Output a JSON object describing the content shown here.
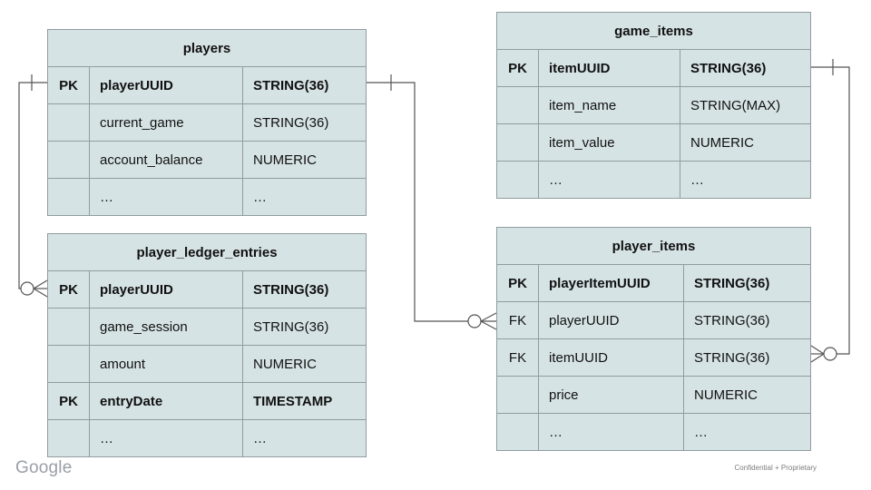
{
  "footer": {
    "logo": "Google",
    "confidential": "Confidential + Proprietary"
  },
  "colors": {
    "cell_bg": "#d6e3e5",
    "border": "#919c9e",
    "line": "#555555",
    "logo_gray": "#9aa0a6",
    "note_gray": "#7d7d7d"
  },
  "tables": [
    {
      "title": "players",
      "rows": [
        {
          "key": "PK",
          "name": "playerUUID",
          "type": "STRING(36)",
          "bold": true
        },
        {
          "key": "",
          "name": "current_game",
          "type": "STRING(36)",
          "bold": false
        },
        {
          "key": "",
          "name": "account_balance",
          "type": "NUMERIC",
          "bold": false
        },
        {
          "key": "",
          "name": "…",
          "type": "…",
          "bold": false
        }
      ]
    },
    {
      "title": "game_items",
      "rows": [
        {
          "key": "PK",
          "name": "itemUUID",
          "type": "STRING(36)",
          "bold": true
        },
        {
          "key": "",
          "name": "item_name",
          "type": "STRING(MAX)",
          "bold": false
        },
        {
          "key": "",
          "name": "item_value",
          "type": "NUMERIC",
          "bold": false
        },
        {
          "key": "",
          "name": "…",
          "type": "…",
          "bold": false
        }
      ]
    },
    {
      "title": "player_ledger_entries",
      "rows": [
        {
          "key": "PK",
          "name": "playerUUID",
          "type": "STRING(36)",
          "bold": true
        },
        {
          "key": "",
          "name": "game_session",
          "type": "STRING(36)",
          "bold": false
        },
        {
          "key": "",
          "name": "amount",
          "type": "NUMERIC",
          "bold": false
        },
        {
          "key": "PK",
          "name": "entryDate",
          "type": "TIMESTAMP",
          "bold": true
        },
        {
          "key": "",
          "name": "…",
          "type": "…",
          "bold": false
        }
      ]
    },
    {
      "title": "player_items",
      "rows": [
        {
          "key": "PK",
          "name": "playerItemUUID",
          "type": "STRING(36)",
          "bold": true
        },
        {
          "key": "FK",
          "name": "playerUUID",
          "type": "STRING(36)",
          "bold": false
        },
        {
          "key": "FK",
          "name": "itemUUID",
          "type": "STRING(36)",
          "bold": false
        },
        {
          "key": "",
          "name": "price",
          "type": "NUMERIC",
          "bold": false
        },
        {
          "key": "",
          "name": "…",
          "type": "…",
          "bold": false
        }
      ]
    }
  ],
  "relationships": [
    {
      "from": "players.playerUUID",
      "to": "player_ledger_entries.playerUUID",
      "from_cardinality": "one",
      "to_cardinality": "zero-or-many"
    },
    {
      "from": "players.playerUUID",
      "to": "player_items.playerUUID",
      "from_cardinality": "one",
      "to_cardinality": "zero-or-many"
    },
    {
      "from": "game_items.itemUUID",
      "to": "player_items.itemUUID",
      "from_cardinality": "one",
      "to_cardinality": "zero-or-many"
    }
  ]
}
